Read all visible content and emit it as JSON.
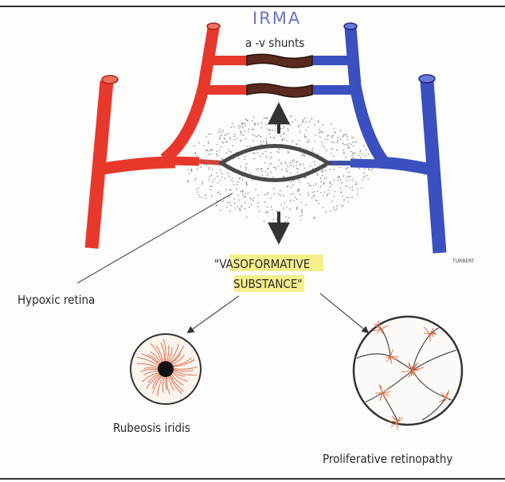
{
  "diagram": {
    "handwritten_note": "IRMA",
    "shunts_label": "a -v shunts",
    "hypoxic_label": "Hypoxic retina",
    "substance_line1": "\"VASOFORMATIVE",
    "substance_line2": "SUBSTANCE\"",
    "rubeosis_label": "Rubeosis iridis",
    "proliferative_label": "Proliferative retinopathy",
    "signature": "TURBERT",
    "colors": {
      "artery": "#e8382c",
      "vein": "#3a4fc0",
      "shunt_core": "#5a2a20",
      "capillary": "#4a4a4a",
      "highlight": "#f4f08a",
      "neovasc": "#e07050"
    }
  }
}
